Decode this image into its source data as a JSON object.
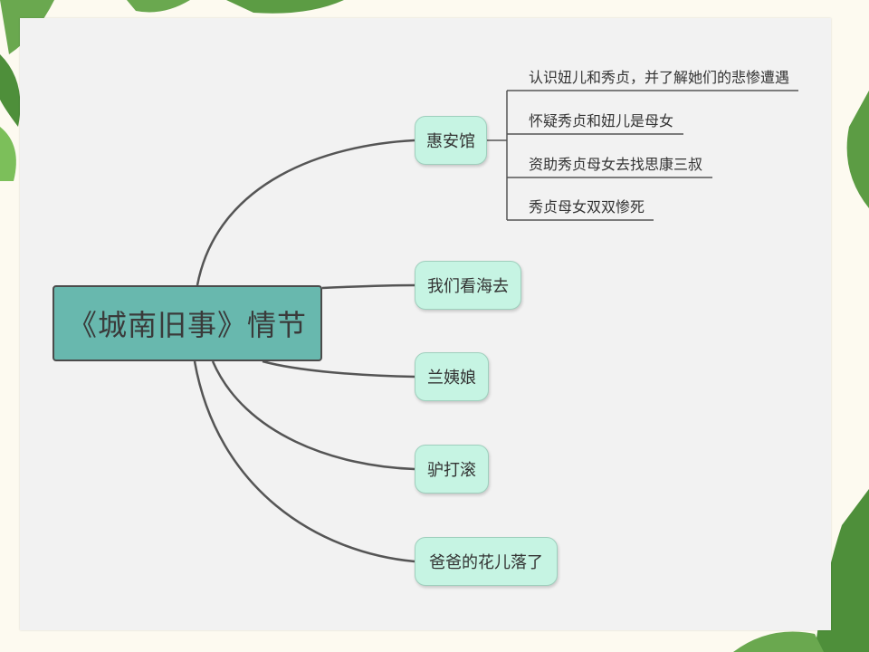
{
  "diagram": {
    "root": {
      "label": "《城南旧事》情节"
    },
    "branches": [
      {
        "label": "惠安馆",
        "children": [
          "认识妞儿和秀贞，并了解她们的悲惨遭遇",
          "怀疑秀贞和妞儿是母女",
          "资助秀贞母女去找思康三叔",
          "秀贞母女双双惨死"
        ]
      },
      {
        "label": "我们看海去",
        "children": []
      },
      {
        "label": "兰姨娘",
        "children": []
      },
      {
        "label": "驴打滚",
        "children": []
      },
      {
        "label": "爸爸的花儿落了",
        "children": []
      }
    ]
  },
  "colors": {
    "root_fill": "#68b8ae",
    "node_fill": "#c6f4e3",
    "connector": "#555555",
    "background": "#f2f2f2"
  }
}
